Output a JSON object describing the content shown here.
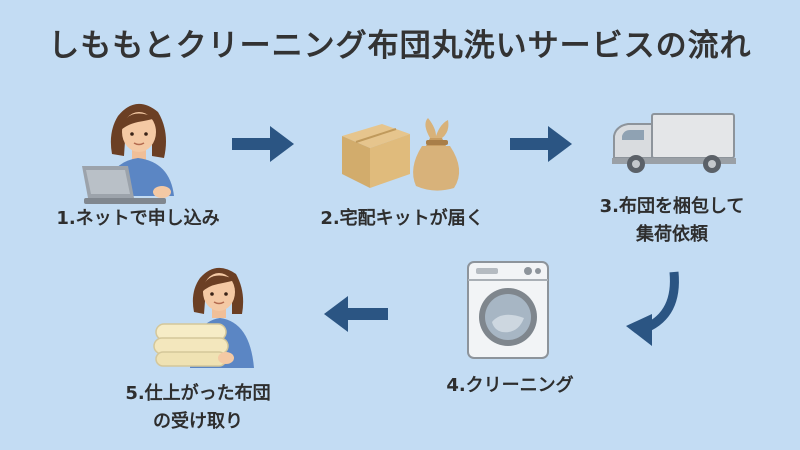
{
  "title": "しももとクリーニング布団丸洗いサービスの流れ",
  "steps": [
    {
      "label": "1.ネットで申し込み",
      "icon": "person-laptop-icon"
    },
    {
      "label": "2.宅配キットが届く",
      "icon": "box-and-bag-icon"
    },
    {
      "label_line1": "3.布団を梱包して",
      "label_line2": "集荷依頼",
      "icon": "truck-icon"
    },
    {
      "label": "4.クリーニング",
      "icon": "washing-machine-icon"
    },
    {
      "label_line1": "5.仕上がった布団",
      "label_line2": "の受け取り",
      "icon": "person-futon-icon"
    }
  ],
  "colors": {
    "background": "#c3dcf3",
    "arrow": "#2b5583",
    "skin": "#f4c9a4",
    "hair": "#6b3f24",
    "shirt": "#5b86c4",
    "box": "#d9b77c",
    "truck": "#e4e6e8"
  }
}
